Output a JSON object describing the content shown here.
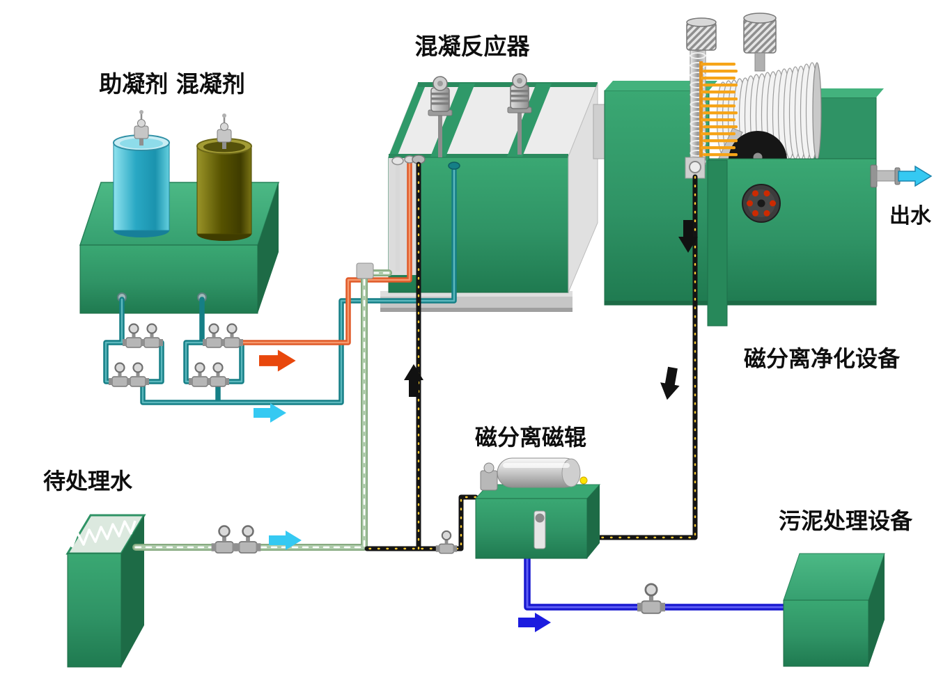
{
  "diagram": {
    "labels": {
      "dosing_tanks": "助凝剂 混凝剂",
      "reactor": "混凝反应器",
      "separator": "磁分离净化设备",
      "outlet": "出水",
      "magnetic_roller": "磁分离磁辊",
      "raw_water": "待处理水",
      "sludge_equipment": "污泥处理设备"
    },
    "colors": {
      "equipment_green": "#2f9365",
      "equipment_green_dark": "#1d6b46",
      "equipment_green_light": "#3fae79",
      "tank_cyan": "#3bb9cf",
      "tank_olive": "#6e6a10",
      "pipe_teal": "#157f86",
      "pipe_orange": "#e05a28",
      "pipe_raw_water": "#87ab81",
      "pipe_sludge_black": "#141414",
      "pipe_dots_yellow": "#ffcc33",
      "pipe_blue": "#1717cf",
      "arrow_red": "#e8470c",
      "arrow_cyan": "#35c9f2",
      "arrow_blue": "#1c1cdf",
      "arrow_black": "#111111",
      "brush_orange": "#f6a418"
    }
  }
}
